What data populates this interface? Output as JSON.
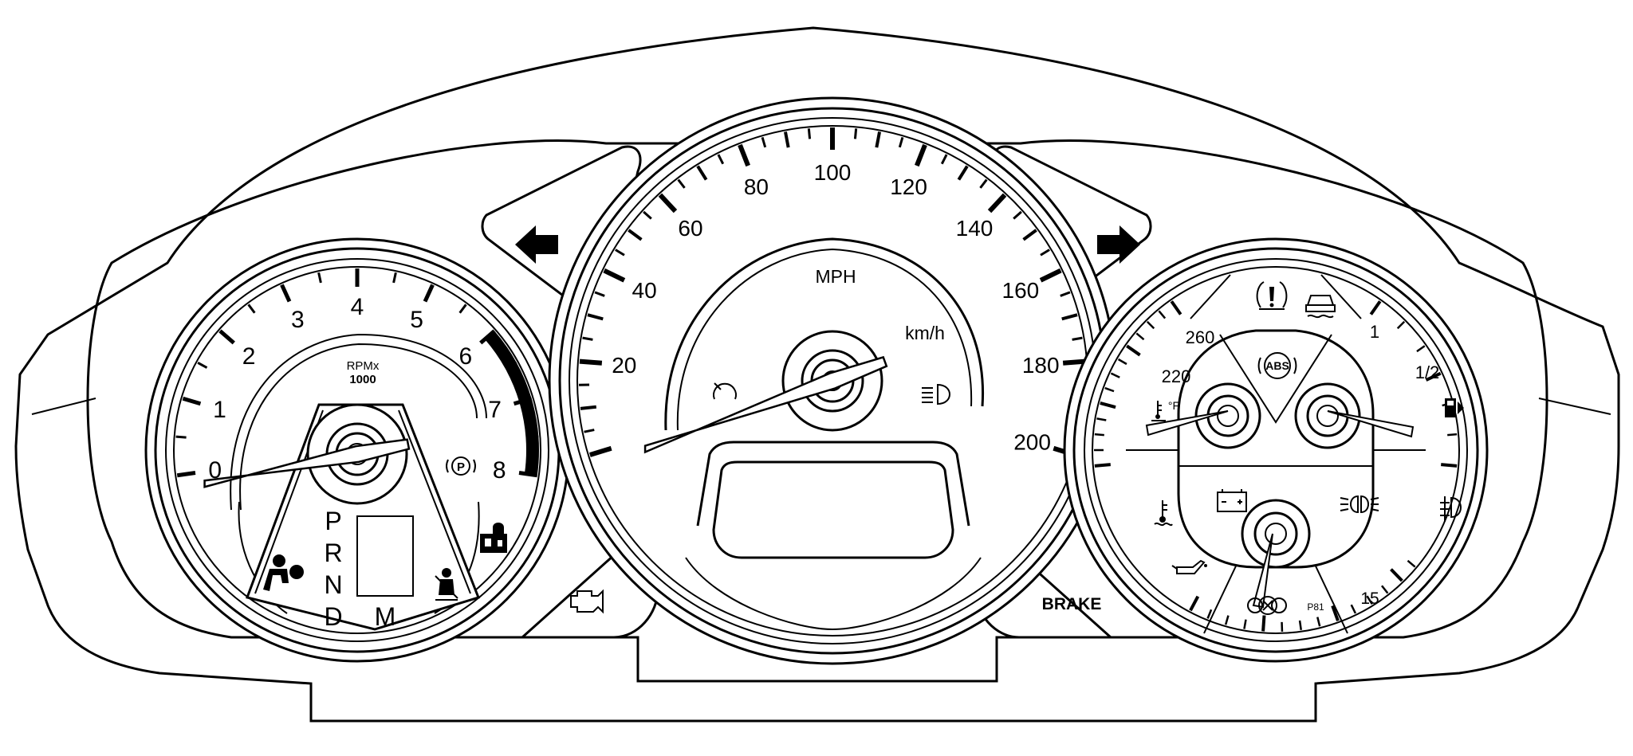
{
  "colors": {
    "ink": "#000000",
    "paper": "#ffffff"
  },
  "tachometer": {
    "scale_labels": [
      "0",
      "1",
      "2",
      "3",
      "4",
      "5",
      "6",
      "7",
      "8"
    ],
    "unit_line1": "RPMx",
    "unit_line2": "1000",
    "redline_from": 6,
    "max": 8,
    "needle_value": 0,
    "gear_letters": [
      "P",
      "R",
      "N",
      "D"
    ],
    "manual_label": "M"
  },
  "speedometer": {
    "mph_labels": [
      "20",
      "40",
      "60",
      "80",
      "100",
      "120",
      "140",
      "160",
      "180",
      "200"
    ],
    "unit_main": "MPH",
    "unit_secondary": "km/h",
    "needle_value": 0
  },
  "right_cluster": {
    "temp_labels": [
      "260",
      "220"
    ],
    "temp_unit": "°F",
    "fuel_labels": [
      "1",
      "1/2"
    ],
    "bottom_label": "15",
    "indicator_abs": "ABS",
    "code_label": "P81"
  },
  "indicators": {
    "brake_label": "BRAKE",
    "turn_left": "arrow-left-icon",
    "turn_right": "arrow-right-icon",
    "check_engine": "engine-icon",
    "tire_pressure": "tire-pressure-icon",
    "traction": "traction-control-icon",
    "battery": "battery-icon",
    "coolant": "coolant-icon",
    "oil": "oil-can-icon",
    "fog_front": "fog-light-icon",
    "fog_rear": "rear-fog-icon",
    "airbag": "airbag-icon",
    "seatbelt": "seatbelt-icon",
    "security": "security-lock-icon",
    "parking": "parking-brake-icon",
    "headlamp": "headlamp-icon",
    "cruise": "cruise-icon"
  }
}
